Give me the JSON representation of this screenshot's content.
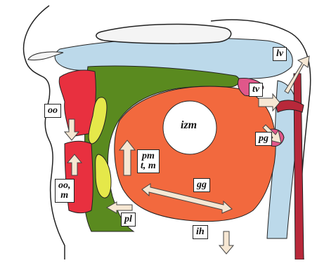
{
  "diagram": {
    "labels": {
      "lv": "lv",
      "tv": "tv",
      "pg": "pg",
      "izm": "izm",
      "oo": "oo",
      "oo_m": "oo,\nm",
      "pm_tm": "pm\nt, m",
      "gg": "gg",
      "pl": "pl",
      "ih": "ih"
    },
    "colors": {
      "background": "#ffffff",
      "outline": "#222222",
      "palate_bone": "#f4f4f4",
      "nasal_airway": "#bcd9ea",
      "tongue": "#f2693e",
      "lips": "#e8303f",
      "green_muscle": "#5a8a1f",
      "yellow_teeth": "#e5e84a",
      "arrow_fill": "#f6e7d3",
      "pink_region": "#e0578a",
      "dark_red_muscle": "#b8283a"
    }
  }
}
